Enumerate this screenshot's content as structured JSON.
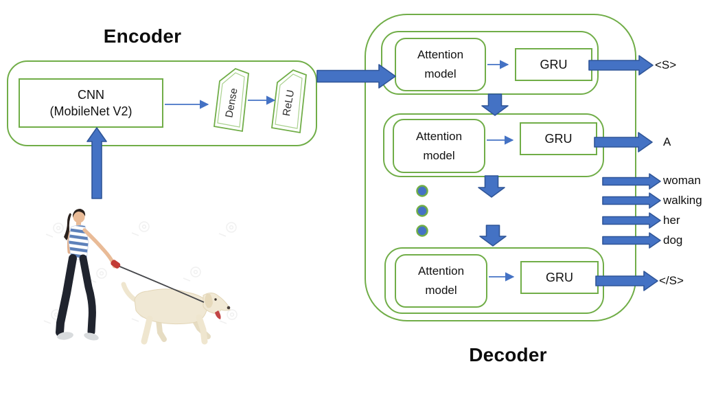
{
  "titles": {
    "encoder": "Encoder",
    "decoder": "Decoder"
  },
  "encoder": {
    "cnn": {
      "line1": "CNN",
      "line2": "(MobileNet V2)"
    },
    "dense_label": "Dense",
    "relu_label": "ReLU"
  },
  "decoder": {
    "rows": [
      {
        "attention_line1": "Attention",
        "attention_line2": "model",
        "gru": "GRU",
        "output": "<S>"
      },
      {
        "attention_line1": "Attention",
        "attention_line2": "model",
        "gru": "GRU",
        "output": "A"
      },
      {
        "attention_line1": "Attention",
        "attention_line2": "model",
        "gru": "GRU",
        "output": "</S>"
      }
    ],
    "intermediate_outputs": [
      "woman",
      "walking",
      "her",
      "dog"
    ]
  },
  "colors": {
    "outline_green": "#70AD47",
    "arrow_blue": "#4472C4",
    "arrow_blue_dark": "#2F5597",
    "text": "#111111"
  }
}
